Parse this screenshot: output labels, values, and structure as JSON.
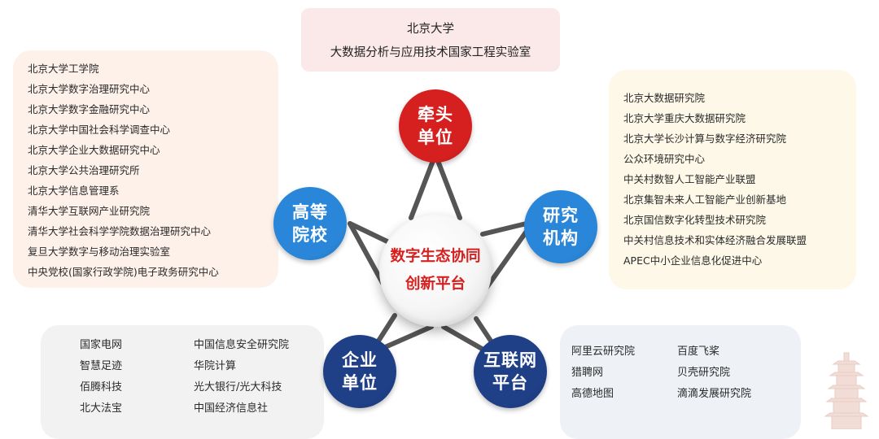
{
  "lead_box": {
    "line1": "北京大学",
    "line2": "大数据分析与应用技术国家工程实验室"
  },
  "center": {
    "line1": "数字生态协同",
    "line2": "创新平台"
  },
  "nodes": {
    "lead": {
      "line1": "牵头",
      "line2": "单位",
      "color": "#d6201f"
    },
    "research": {
      "line1": "研究",
      "line2": "机构",
      "color": "#2a86d8"
    },
    "universities": {
      "line1": "高等",
      "line2": "院校",
      "color": "#2a86d8"
    },
    "enterprise": {
      "line1": "企业",
      "line2": "单位",
      "color": "#1f3f86"
    },
    "internet": {
      "line1": "互联网",
      "line2": "平台",
      "color": "#1f3f86"
    }
  },
  "universities": [
    "北京大学工学院",
    "北京大学数字治理研究中心",
    "北京大学数字金融研究中心",
    "北京大学中国社会科学调查中心",
    "北京大学企业大数据研究中心",
    "北京大学公共治理研究所",
    "北京大学信息管理系",
    "清华大学互联网产业研究院",
    "清华大学社会科学学院数据治理研究中心",
    "复旦大学数字与移动治理实验室",
    "中央党校(国家行政学院)电子政务研究中心"
  ],
  "institutes": [
    "北京大数据研究院",
    "北京大学重庆大数据研究院",
    "北京大学长沙计算与数字经济研究院",
    "公众环境研究中心",
    "中关村数智人工智能产业联盟",
    "北京集智未来人工智能产业创新基地",
    "北京国信数字化转型技术研究院",
    "中关村信息技术和实体经济融合发展联盟",
    "APEC中小企业信息化促进中心"
  ],
  "enterprises": {
    "col1": [
      "国家电网",
      "智慧足迹",
      "佰腾科技",
      "北大法宝"
    ],
    "col2": [
      "中国信息安全研究院",
      "华院计算",
      "光大银行/光大科技",
      "中国经济信息社"
    ]
  },
  "internet_platforms": {
    "col1": [
      "阿里云研究院",
      "猎聘网",
      "高德地图"
    ],
    "col2": [
      "百度飞桨",
      "贝壳研究院",
      "滴滴发展研究院"
    ]
  }
}
